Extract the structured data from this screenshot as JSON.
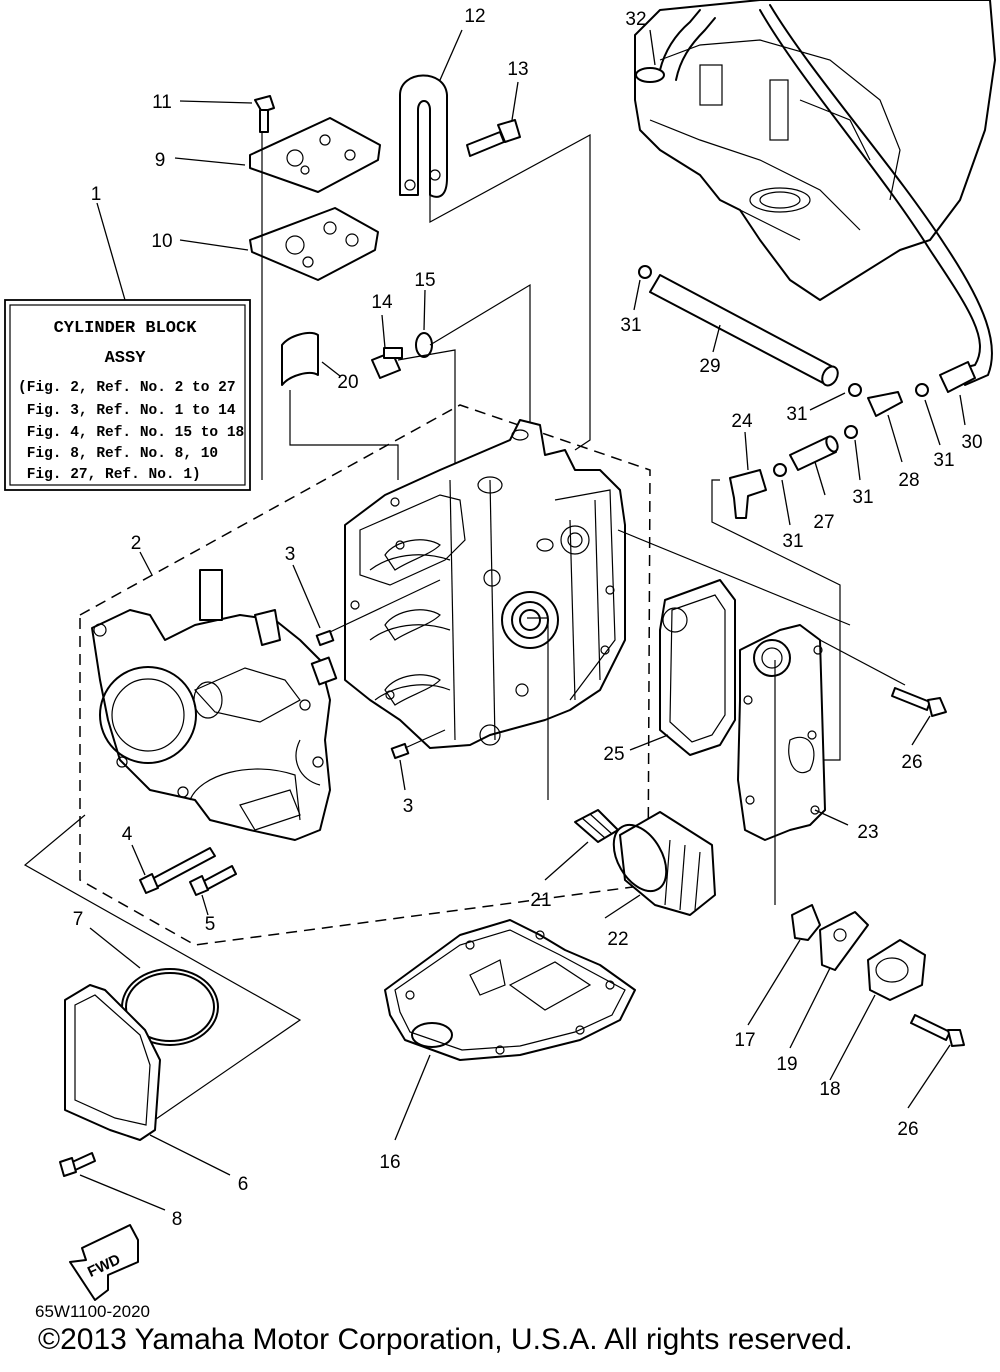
{
  "legend": {
    "callout": "1",
    "title_line1": "CYLINDER BLOCK",
    "title_line2": "ASSY",
    "lines": [
      "(Fig. 2, Ref. No. 2 to 27",
      " Fig. 3, Ref. No. 1 to 14",
      " Fig. 4, Ref. No. 15 to 18",
      " Fig. 8, Ref. No. 8, 10",
      " Fig. 27, Ref. No. 1)"
    ]
  },
  "callouts": {
    "c2": "2",
    "c3a": "3",
    "c3b": "3",
    "c4": "4",
    "c5": "5",
    "c6": "6",
    "c7": "7",
    "c8": "8",
    "c9": "9",
    "c10": "10",
    "c11": "11",
    "c12": "12",
    "c13": "13",
    "c14": "14",
    "c15": "15",
    "c16": "16",
    "c17": "17",
    "c18": "18",
    "c19": "19",
    "c20": "20",
    "c21": "21",
    "c22": "22",
    "c23": "23",
    "c24": "24",
    "c25": "25",
    "c26a": "26",
    "c26b": "26",
    "c27": "27",
    "c28": "28",
    "c29": "29",
    "c30": "30",
    "c31a": "31",
    "c31b": "31",
    "c31c": "31",
    "c31d": "31",
    "c31e": "31",
    "c32": "32"
  },
  "fwd_label": "FWD",
  "diagram_code": "65W1100-2020",
  "copyright": "©2013 Yamaha Motor Corporation, U.S.A. All rights reserved."
}
